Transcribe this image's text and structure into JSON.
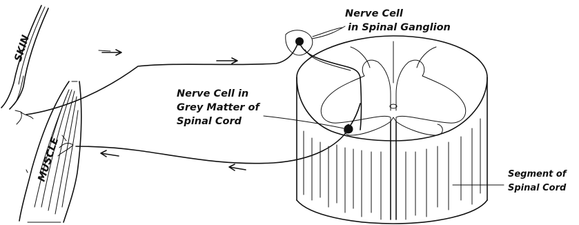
{
  "labels": {
    "skin": "SKIN",
    "muscle": "MUSCLE",
    "ganglion_line1": "Nerve Cell",
    "ganglion_line2": "in Spinal Ganglion",
    "grey_line1": "Nerve Cell in",
    "grey_line2": "Grey Matter of",
    "grey_line3": "Spinal Cord",
    "segment_line1": "Segment of",
    "segment_line2": "Spinal Cord"
  },
  "colors": {
    "ink": "#111111",
    "background": "#ffffff"
  }
}
